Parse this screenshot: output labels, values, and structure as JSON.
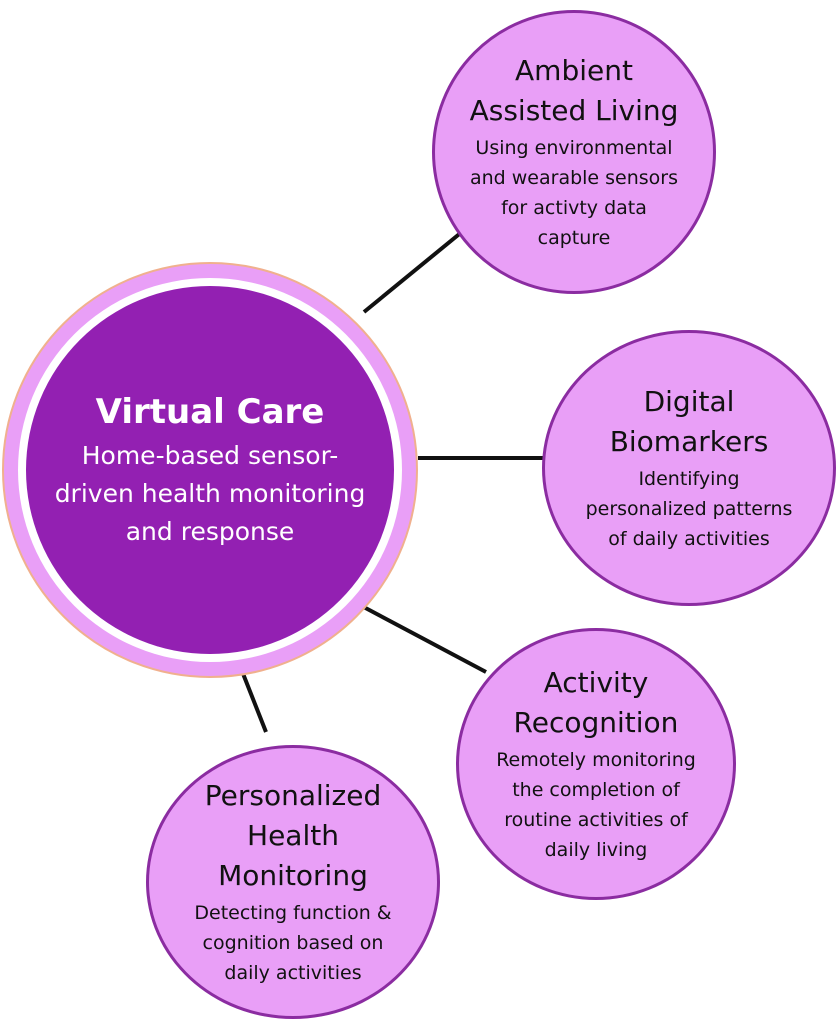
{
  "center": {
    "title": "Virtual Care",
    "description": [
      "Home-based sensor-",
      "driven health monitoring",
      "and response"
    ]
  },
  "nodes": [
    {
      "title": [
        "Ambient",
        "Assisted Living"
      ],
      "description": [
        "Using environmental",
        "and wearable sensors",
        "for activty data",
        "capture"
      ]
    },
    {
      "title": [
        "Digital",
        "Biomarkers"
      ],
      "description": [
        "Identifying",
        "personalized patterns",
        "of daily activities"
      ]
    },
    {
      "title": [
        "Activity",
        "Recognition"
      ],
      "description": [
        "Remotely monitoring",
        "the completion of",
        "routine activities of",
        "daily living"
      ]
    },
    {
      "title": [
        "Personalized",
        "Health",
        "Monitoring"
      ],
      "description": [
        "Detecting function &",
        "cognition based on",
        "daily activities"
      ]
    }
  ],
  "colors": {
    "center_fill": "#9320b2",
    "node_fill": "#e99ff7",
    "node_border": "#8b2ca1",
    "connector": "#111111"
  }
}
